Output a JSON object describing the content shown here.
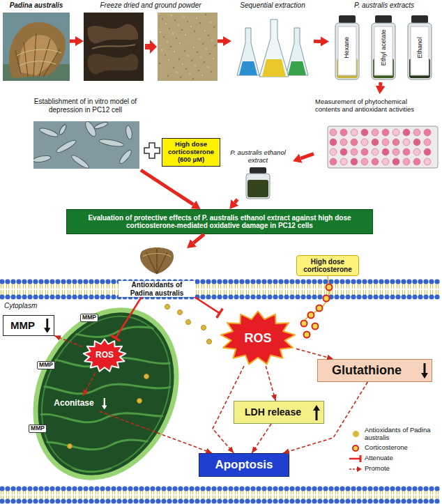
{
  "diagram": {
    "nodes": [
      {
        "text": [
          "Padina australis"
        ]
      },
      {
        "text": [
          "Freeze dried and ground powder"
        ]
      },
      {
        "text": [
          "Sequential extraction"
        ]
      },
      {
        "text": [
          "P. australis extracts"
        ]
      },
      {
        "text": [
          "Hexane"
        ],
        "in": 3
      },
      {
        "text": [
          "Ethyl acetate"
        ],
        "in": 3
      },
      {
        "text": [
          "Ethanol"
        ],
        "in": 3
      },
      {
        "text": [
          "Establishment of in vitro model of depression in PC12 cell"
        ]
      },
      {
        "text": [
          "High dose corticosterone (600 µM)"
        ]
      },
      {
        "text": [
          "Measurement of phytochemical contents and antioxidant activities"
        ]
      },
      {
        "text": [
          "P. australis ethanol extract"
        ]
      },
      {
        "text": [
          "Evaluation of protective effects of P. australis ethanol extract against high dose corticosterone-mediated oxidative damage in PC12 cells"
        ]
      },
      {
        "text": [
          "Antioxidants of Padina australis"
        ]
      },
      {
        "text": [
          "High dose corticosterone"
        ]
      },
      {
        "text": [
          "MMP"
        ]
      },
      {
        "text": [
          "MMP",
          "MMP",
          "MMP"
        ]
      },
      {
        "text": [
          "ROS"
        ],
        "in": 15
      },
      {
        "text": [
          "Aconitase"
        ],
        "in": 15
      },
      {
        "text": [
          "ROS"
        ]
      },
      {
        "text": [
          "Glutathione"
        ]
      },
      {
        "text": [
          "LDH release"
        ]
      },
      {
        "text": [
          "Apoptosis"
        ]
      }
    ],
    "edges": [
      {
        "from": 0,
        "to": 1,
        "arrow": "to"
      },
      {
        "from": 1,
        "to": 2,
        "arrow": "to"
      },
      {
        "from": 2,
        "to": 3,
        "arrow": "to"
      },
      {
        "from": 3,
        "to": 9,
        "arrow": "to"
      },
      {
        "from": 9,
        "to": 10,
        "arrow": "to"
      },
      {
        "from": 7,
        "to": 11,
        "arrow": "to"
      },
      {
        "from": 10,
        "to": 11,
        "arrow": "to"
      },
      {
        "from": 11,
        "to": 12,
        "arrow": "to"
      },
      {
        "from": 12,
        "to": 16,
        "arrow": "to"
      },
      {
        "from": 12,
        "to": 18,
        "arrow": "to"
      },
      {
        "from": 16,
        "to": 14,
        "arrow": "to"
      },
      {
        "from": 16,
        "to": 17,
        "arrow": "to"
      },
      {
        "from": 17,
        "to": 21,
        "arrow": "to"
      },
      {
        "from": 18,
        "to": 19,
        "arrow": "to"
      },
      {
        "from": 18,
        "to": 20,
        "arrow": "to"
      },
      {
        "from": 18,
        "to": 21,
        "arrow": "to"
      },
      {
        "from": 20,
        "to": 21,
        "arrow": "to"
      },
      {
        "from": 19,
        "to": 21,
        "arrow": "to"
      }
    ],
    "labels": [
      "Cytoplasm"
    ],
    "legend": [
      {
        "text": "Antioxidants of Padina australis",
        "color": "#d9b93a"
      },
      {
        "text": "Corticosterone"
      },
      {
        "text": "Attenuate"
      },
      {
        "text": "Promote"
      }
    ]
  }
}
